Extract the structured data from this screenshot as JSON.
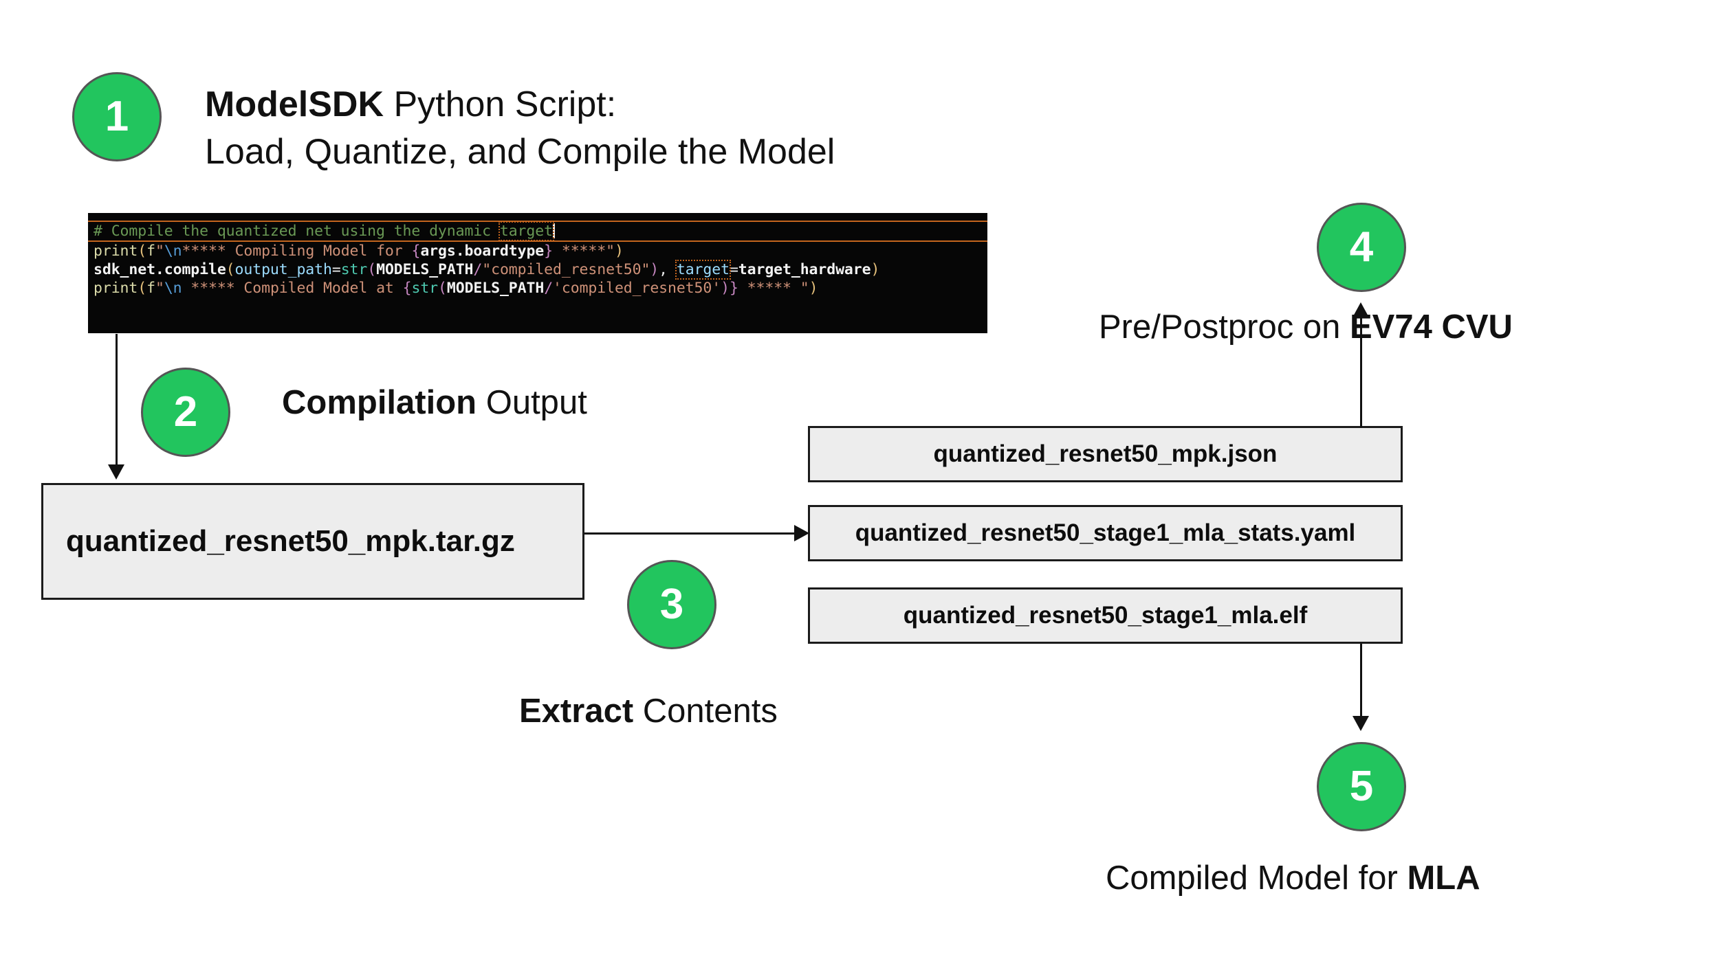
{
  "steps": [
    {
      "number": "1",
      "title_plain_1": "ModelSDK",
      "title_plain_2": " Python Script:",
      "title_line2": "Load, Quantize, and Compile the Model"
    },
    {
      "number": "2",
      "bold": "Compilation",
      "rest": " Output"
    },
    {
      "number": "3",
      "bold": "Extract",
      "rest": " Contents"
    },
    {
      "number": "4",
      "rest": "Pre/Postproc on ",
      "bold": "EV74 CVU"
    },
    {
      "number": "5",
      "rest": "Compiled Model for ",
      "bold": "MLA"
    }
  ],
  "code_block": {
    "line1": {
      "comment": "# Compile the quantized net using the dynamic ",
      "token": "target"
    },
    "line2": {
      "fn": "print",
      "p1": "(",
      "fstr_prefix": "f",
      "q1": "\"",
      "esc": "\\n",
      "stars1": "***** Compiling Model for ",
      "brace_open": "{",
      "var": "args.boardtype",
      "brace_close": "}",
      "stars2": " *****",
      "q2": "\"",
      "p2": ")"
    },
    "line3": {
      "obj": "sdk_net.compile",
      "p1": "(",
      "kwarg1": "output_path",
      "eq1": "=",
      "builtin": "str",
      "p2": "(",
      "ident1": "MODELS_PATH",
      "slash": "/",
      "str1": "\"compiled_resnet50\"",
      "p3": ")",
      "comma": ", ",
      "kwarg2": "target",
      "eq2": "=",
      "ident2": "target_hardware",
      "p4": ")"
    },
    "line4": {
      "fn": "print",
      "p1": "(",
      "fstr_prefix": "f",
      "q1": "\"",
      "esc": "\\n",
      "stars1": " ***** Compiled Model at ",
      "brace_open": "{",
      "builtin": "str",
      "p2": "(",
      "ident1": "MODELS_PATH",
      "slash": "/",
      "str1": "'compiled_resnet50'",
      "p3": ")",
      "brace_close": "}",
      "stars2": " ***** ",
      "q2": "\"",
      "p4": ")"
    }
  },
  "boxes": {
    "targz": "quantized_resnet50_mpk.tar.gz",
    "json": "quantized_resnet50_mpk.json",
    "yaml": "quantized_resnet50_stage1_mla_stats.yaml",
    "elf": "quantized_resnet50_stage1_mla.elf"
  },
  "colors": {
    "badge_green": "#22c55e",
    "badge_border": "#555555",
    "box_fill": "#ededed",
    "box_border": "#1b1b1b",
    "terminal_bg": "#060606",
    "current_line_border": "#c4651e"
  }
}
